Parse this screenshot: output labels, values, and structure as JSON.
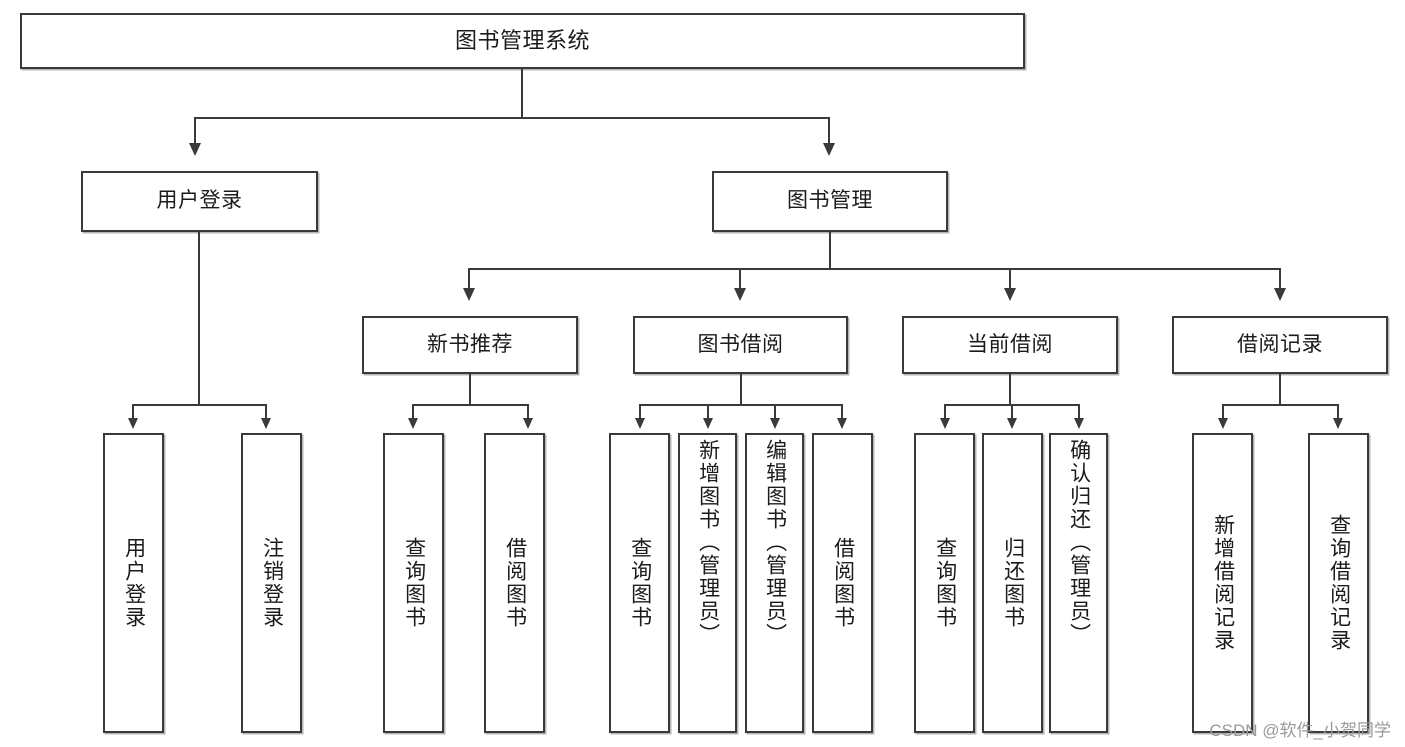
{
  "diagram": {
    "type": "tree-hierarchy",
    "title": "图书管理系统",
    "root": {
      "label": "图书管理系统"
    },
    "level2": [
      {
        "label": "用户登录"
      },
      {
        "label": "图书管理"
      }
    ],
    "level3": [
      {
        "label": "新书推荐"
      },
      {
        "label": "图书借阅"
      },
      {
        "label": "当前借阅"
      },
      {
        "label": "借阅记录"
      }
    ],
    "leaves": {
      "user_login": [
        {
          "label": "用户登录"
        },
        {
          "label": "注销登录"
        }
      ],
      "new_book_recommend": [
        {
          "label": "查询图书"
        },
        {
          "label": "借阅图书"
        }
      ],
      "book_borrow": [
        {
          "label": "查询图书"
        },
        {
          "label": "新增图书（管理员）"
        },
        {
          "label": "编辑图书（管理员）"
        },
        {
          "label": "借阅图书"
        }
      ],
      "current_borrow": [
        {
          "label": "查询图书"
        },
        {
          "label": "归还图书"
        },
        {
          "label": "确认归还（管理员）"
        }
      ],
      "borrow_record": [
        {
          "label": "新增借阅记录"
        },
        {
          "label": "查询借阅记录"
        }
      ]
    }
  },
  "watermark": {
    "text": "CSDN @软件_小贺同学"
  },
  "colors": {
    "stroke": "#3a3a3a",
    "text": "#1b1b1b",
    "background": "#ffffff",
    "watermark": "#9a9a9a"
  }
}
